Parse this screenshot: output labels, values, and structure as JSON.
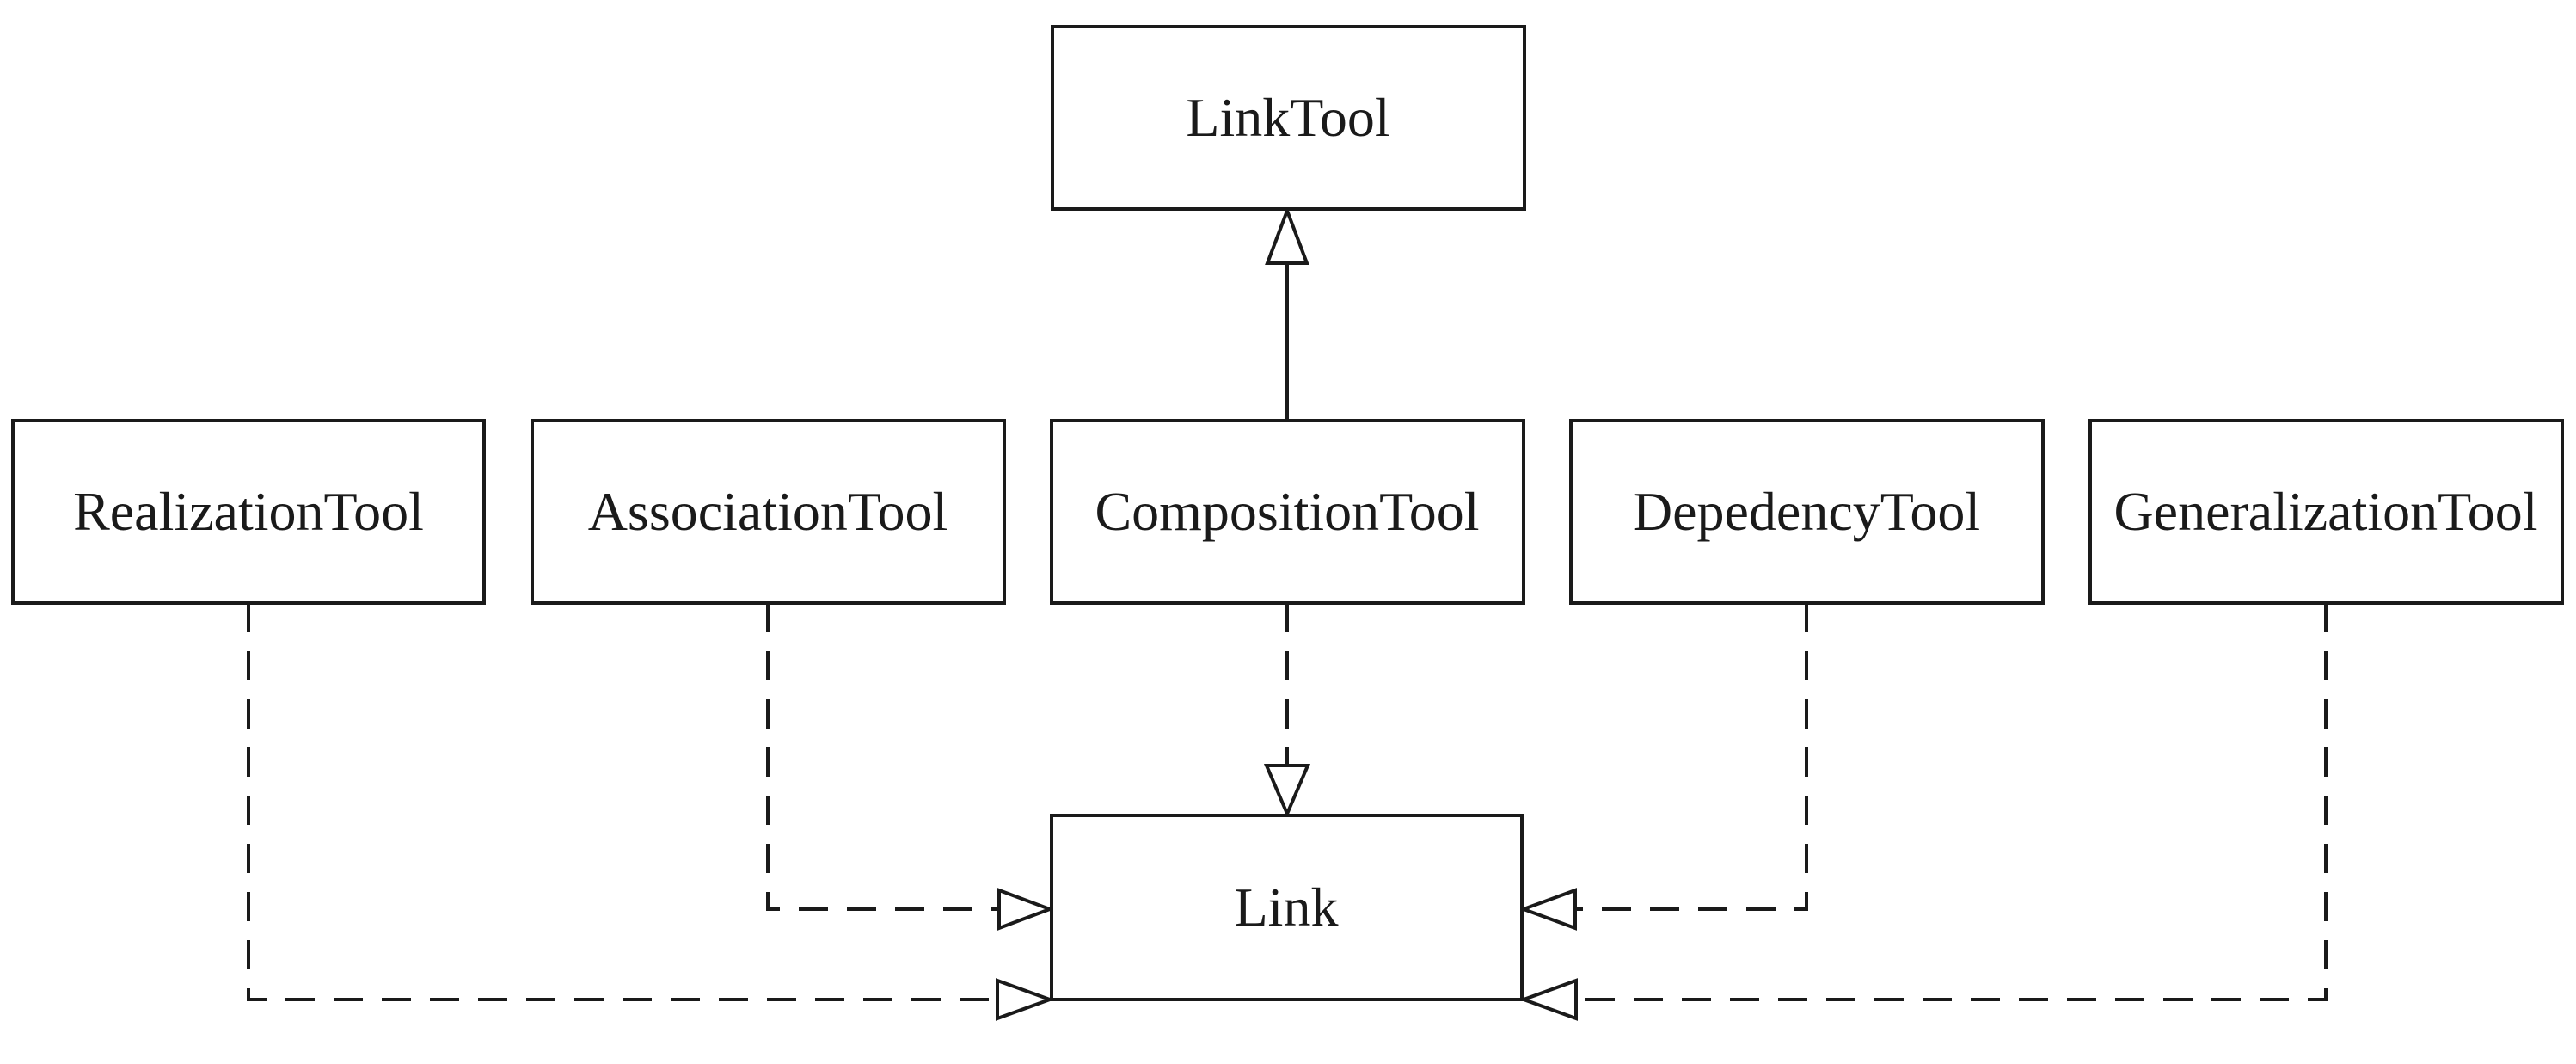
{
  "diagram": {
    "kind": "uml-class-diagram",
    "colors": {
      "ink": "#1a1a1a",
      "background": "#ffffff"
    },
    "nodes": [
      {
        "id": "linktool",
        "label": "LinkTool"
      },
      {
        "id": "realizationtool",
        "label": "RealizationTool"
      },
      {
        "id": "associationtool",
        "label": "AssociationTool"
      },
      {
        "id": "compositiontool",
        "label": "CompositionTool"
      },
      {
        "id": "depedencytool",
        "label": "DepedencyTool"
      },
      {
        "id": "generalizationtool",
        "label": "GeneralizationTool"
      },
      {
        "id": "link",
        "label": "Link"
      }
    ],
    "edges": [
      {
        "from": "CompositionTool",
        "to": "LinkTool",
        "type": "generalization",
        "line": "solid",
        "arrowhead": "hollow-triangle"
      },
      {
        "from": "CompositionTool",
        "to": "Link",
        "type": "dependency",
        "line": "dashed",
        "arrowhead": "hollow-triangle"
      },
      {
        "from": "AssociationTool",
        "to": "Link",
        "type": "dependency",
        "line": "dashed",
        "arrowhead": "hollow-triangle"
      },
      {
        "from": "RealizationTool",
        "to": "Link",
        "type": "dependency",
        "line": "dashed",
        "arrowhead": "hollow-triangle"
      },
      {
        "from": "DepedencyTool",
        "to": "Link",
        "type": "dependency",
        "line": "dashed",
        "arrowhead": "hollow-triangle"
      },
      {
        "from": "GeneralizationTool",
        "to": "Link",
        "type": "dependency",
        "line": "dashed",
        "arrowhead": "hollow-triangle"
      }
    ]
  }
}
